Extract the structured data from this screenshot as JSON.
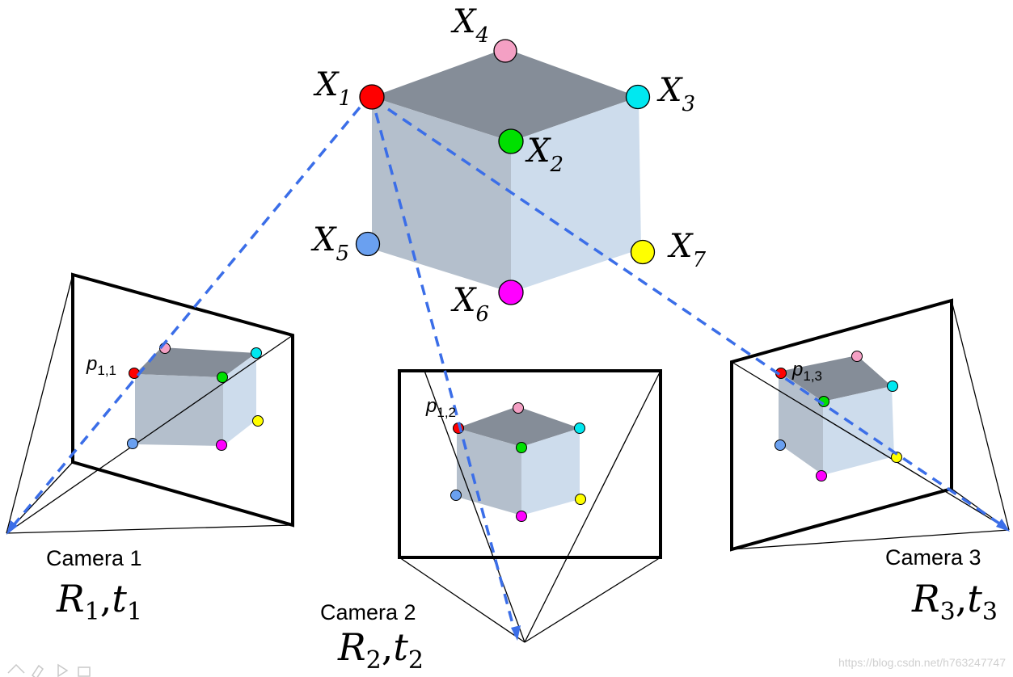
{
  "points": {
    "x1": {
      "base": "X",
      "sub": "1",
      "color": "#ff0000"
    },
    "x2": {
      "base": "X",
      "sub": "2",
      "color": "#00e000"
    },
    "x3": {
      "base": "X",
      "sub": "3",
      "color": "#00e8f0"
    },
    "x4": {
      "base": "X",
      "sub": "4",
      "color": "#f4a0c4"
    },
    "x5": {
      "base": "X",
      "sub": "5",
      "color": "#6aa0f0"
    },
    "x6": {
      "base": "X",
      "sub": "6",
      "color": "#ff00ff"
    },
    "x7": {
      "base": "X",
      "sub": "7",
      "color": "#ffff00"
    }
  },
  "projections": {
    "p11": {
      "base": "p",
      "sub": "1,1"
    },
    "p12": {
      "base": "p",
      "sub": "1,2"
    },
    "p13": {
      "base": "p",
      "sub": "1,3"
    }
  },
  "cameras": {
    "c1": {
      "name": "Camera 1",
      "r": "R",
      "rsub": "1",
      "t": "t",
      "tsub": "1"
    },
    "c2": {
      "name": "Camera 2",
      "r": "R",
      "rsub": "2",
      "t": "t",
      "tsub": "2"
    },
    "c3": {
      "name": "Camera 3",
      "r": "R",
      "rsub": "3",
      "t": "t",
      "tsub": "3"
    }
  },
  "colors": {
    "ray": "#3b6ee8",
    "cube_top": "#858d98",
    "cube_front": "#b4bfcc",
    "cube_side": "#cddcec"
  },
  "watermark": "https://blog.csdn.net/h763247747"
}
